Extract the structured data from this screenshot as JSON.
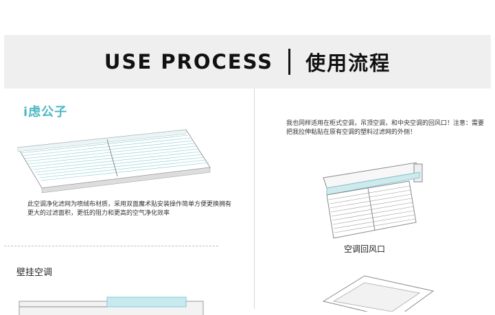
{
  "header": {
    "title_en": "USE PROCESS",
    "title_zh": "使用流程"
  },
  "left_panel": {
    "logo_text": "i虑公子",
    "description": "此空调净化滤网为喷绒布材质，采用双面魔术贴安装操作简单方便更换拥有更大的过滤面积，更低的阻力和更高的空气净化效率",
    "section_label": "壁挂空调"
  },
  "right_panel": {
    "note": "我也同样适用在柜式空调，吊顶空调，和中央空调的回风口！注意：需要把我拉伸粘贴在原有空调的塑料过滤网的外侧！",
    "caption": "空调回风口"
  },
  "colors": {
    "accent": "#4bb8c4",
    "header_bg": "#efefef",
    "text": "#111111"
  }
}
